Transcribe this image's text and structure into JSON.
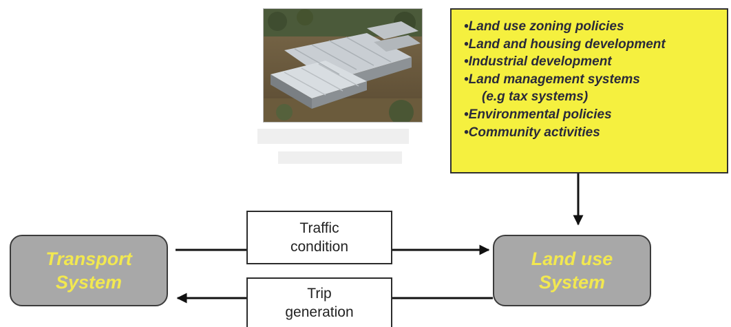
{
  "policies": {
    "items": [
      "•Land use zoning policies",
      "•Land and housing development",
      "•Industrial development",
      "•Land management systems",
      "(e.g tax systems)",
      "•Environmental policies",
      "•Community activities"
    ],
    "background": "#f5f03f"
  },
  "transport_system": {
    "line1": "Transport",
    "line2": "System"
  },
  "land_use_system": {
    "line1": "Land use",
    "line2": "System"
  },
  "traffic_condition": {
    "line1": "Traffic",
    "line2": "condition"
  },
  "trip_generation": {
    "line1": "Trip",
    "line2": "generation"
  },
  "photo": {
    "subject": "aerial view of industrial buildings"
  },
  "colors": {
    "system_fill": "#a8a8a8",
    "system_text": "#f2e850"
  }
}
